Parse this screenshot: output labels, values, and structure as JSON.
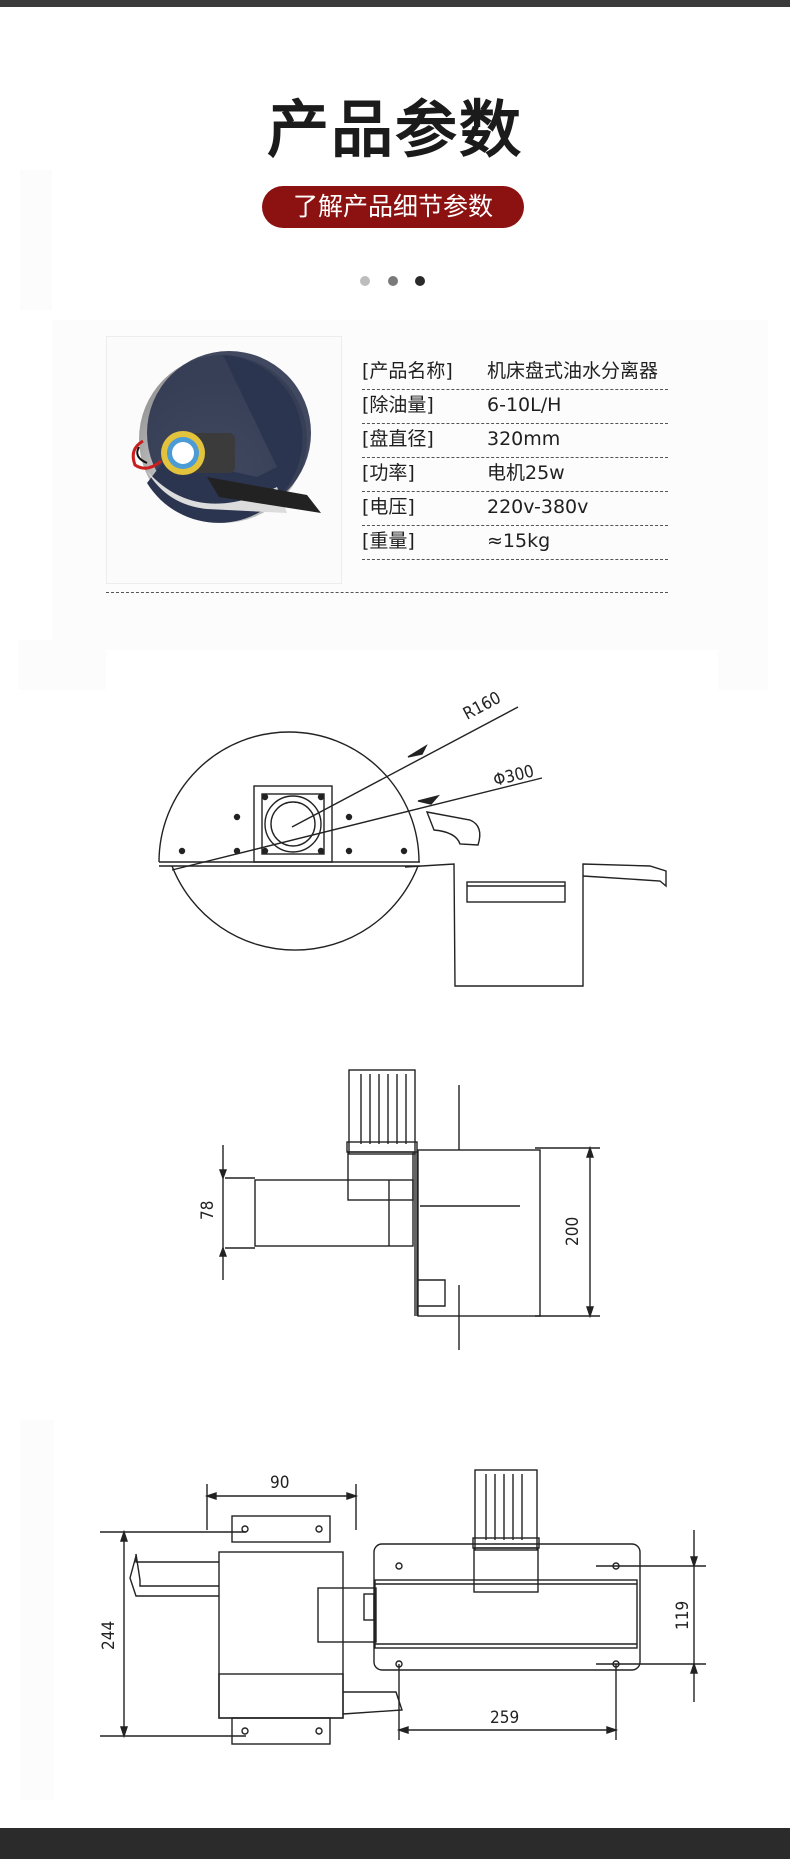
{
  "header": {
    "title": "产品参数",
    "subtitle": "了解产品细节参数"
  },
  "pager": {
    "colors": [
      "#bdbdbd",
      "#7a7a7a",
      "#2a2a2a"
    ]
  },
  "specs": [
    {
      "key": "[产品名称]",
      "value": "机床盘式油水分离器"
    },
    {
      "key": "[除油量]",
      "value": "6-10L/H"
    },
    {
      "key": "[盘直径]",
      "value": "320mm"
    },
    {
      "key": "[功率]",
      "value": "电机25w"
    },
    {
      "key": "[电压]",
      "value": "220v-380v"
    },
    {
      "key": "[重量]",
      "value": "≈15kg"
    }
  ],
  "drawing_front": {
    "radius_label": "R160",
    "diameter_label": "Φ300"
  },
  "drawing_side": {
    "dim_small": "78",
    "dim_large": "200"
  },
  "drawing_top": {
    "dim_top": "90",
    "dim_left": "244",
    "dim_right": "119",
    "dim_bottom": "259"
  },
  "colors": {
    "accent": "#8c1212",
    "title": "#1b1b1b",
    "disc": "#2c3550",
    "motor": "#e3c23c"
  }
}
